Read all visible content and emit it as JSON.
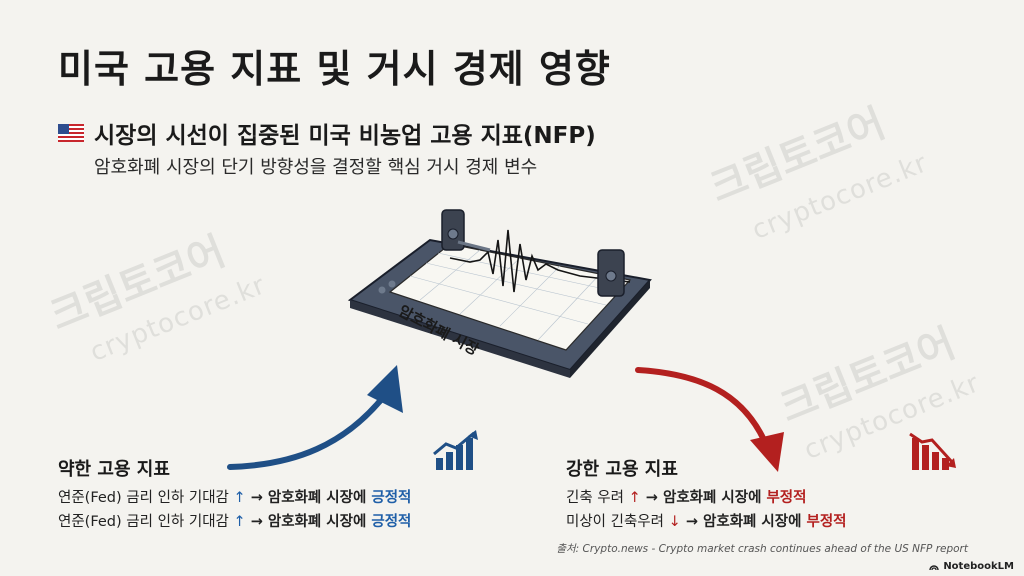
{
  "title": "미국 고용 지표 및 거시 경제 영향",
  "subtitle": "시장의 시선이 집중된 미국 비농업 고용 지표(NFP)",
  "description": "암호화폐 시장의 단기 방향성을 결정할 핵심 거시 경제 변수",
  "icons": {
    "flag": "us-flag-icon",
    "up_chart": "bar-chart-up-icon",
    "down_chart": "bar-chart-down-icon"
  },
  "watermark": {
    "korean": "크립토코어",
    "url": "cryptocore.kr"
  },
  "device_label": "암호화폐 시장",
  "weak": {
    "title": "약한 고용 지표",
    "lines": [
      {
        "prefix": "연준(Fed) 금리 인하 기대감 ",
        "arrow": "↑",
        "middle": " → 암호화폐 시장에 ",
        "result": "긍정적"
      },
      {
        "prefix": "연준(Fed) 금리 인하 기대감 ",
        "arrow": "↑",
        "middle": " → 암호화폐 시장에 ",
        "result": "긍정적"
      }
    ]
  },
  "strong": {
    "title": "강한 고용 지표",
    "lines": [
      {
        "prefix": "긴축 우려 ",
        "arrow": "↑",
        "middle": " → 암호화폐 시장에 ",
        "result": "부정적"
      },
      {
        "prefix": "미상이 긴축우려 ",
        "arrow": "↓",
        "middle": " → 암호화폐 시장에 ",
        "result": "부정적"
      }
    ]
  },
  "source": "출처: Crypto.news - Crypto market crash continues ahead of the US NFP report",
  "brand": "NotebookLM",
  "colors": {
    "blue": "#1f4f86",
    "red": "#b3201f",
    "background": "#f4f3ef"
  }
}
